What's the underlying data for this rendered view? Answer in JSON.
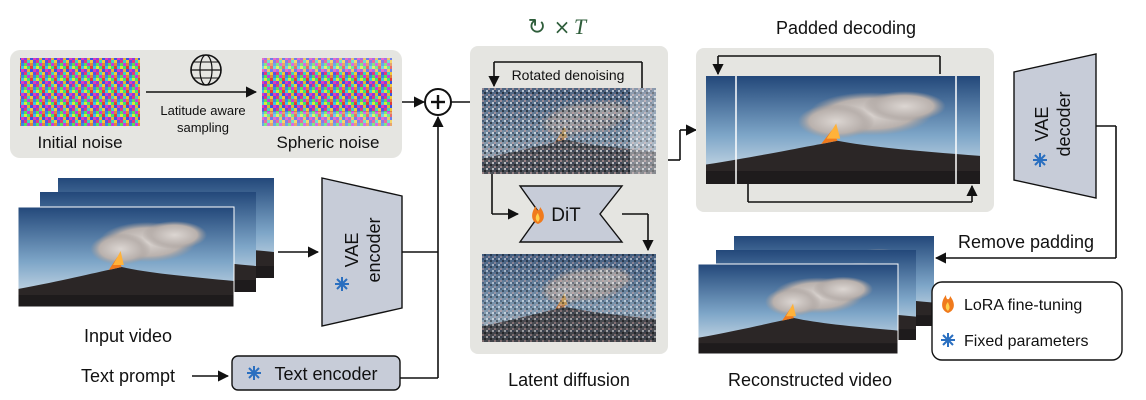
{
  "noise_panel": {
    "initial_noise_label": "Initial noise",
    "sampling_label_line1": "Latitude aware",
    "sampling_label_line2": "sampling",
    "spheric_noise_label": "Spheric noise"
  },
  "input": {
    "input_video_label": "Input video",
    "text_prompt_label": "Text prompt"
  },
  "vae_encoder": {
    "line1": "VAE",
    "line2": "encoder"
  },
  "text_encoder": {
    "label": "Text encoder"
  },
  "diffusion": {
    "loop_symbol": "↻",
    "loop_times": "×",
    "loop_var": "T",
    "rotated_label": "Rotated denoising",
    "dit_label": "DiT",
    "section_label": "Latent diffusion"
  },
  "decoding": {
    "title": "Padded decoding",
    "remove_padding_label": "Remove padding",
    "reconstructed_label": "Reconstructed video"
  },
  "vae_decoder": {
    "line1": "VAE",
    "line2": "decoder"
  },
  "legend": {
    "lora_label": "LoRA fine-tuning",
    "fixed_label": "Fixed parameters"
  },
  "colors": {
    "panel": "#e5e5e1",
    "module": "#c7ccd8",
    "sky_top": "#2f5a8e",
    "sky_bottom": "#cfe0ee",
    "lava": "#f07a1c",
    "snow": "#2a6fc0"
  }
}
